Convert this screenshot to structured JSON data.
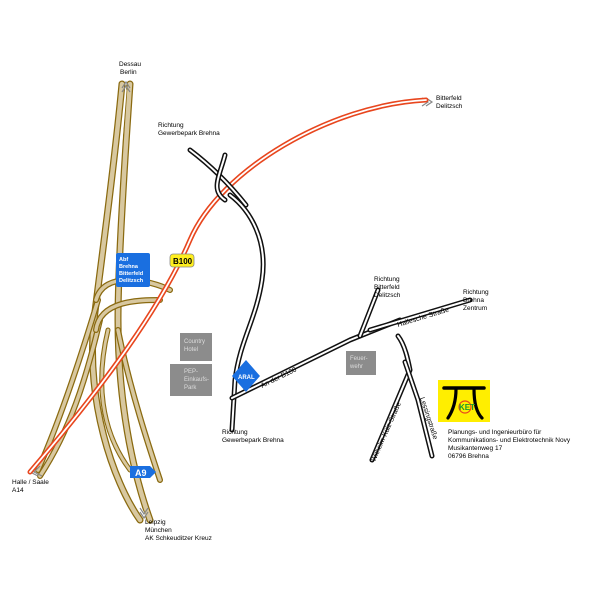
{
  "colors": {
    "highway_fill": "#d8c8a0",
    "highway_edge": "#8a6a10",
    "red_road": "#e8461e",
    "black_road": "#111111",
    "building": "#8c8c8c",
    "blue_sign": "#1a6fe0",
    "yellow_badge": "#ffef1e",
    "logo_bg": "#ffee00"
  },
  "labels": {
    "dessau": "Dessau",
    "berlin": "Berlin",
    "bitterfeld_top": "Bitterfeld",
    "delitzsch_top": "Delitzsch",
    "richtung_gw_top_1": "Richtung",
    "richtung_gw_top_2": "Gewerbepark Brehna",
    "richtung_bd_1": "Richtung",
    "richtung_bd_2": "Bitterfeld",
    "richtung_bd_3": "Delitzsch",
    "richtung_bz_1": "Richtung",
    "richtung_bz_2": "Brehna",
    "richtung_bz_3": "Zentrum",
    "richtung_gw_bot_1": "Richtung",
    "richtung_gw_bot_2": "Gewerbepark Brehna",
    "halle_1": "Halle / Saale",
    "halle_2": "A14",
    "leipzig_1": "Leipzig",
    "leipzig_2": "München",
    "leipzig_3": "AK Schkeuditzer Kreuz"
  },
  "signs": {
    "exit_1": "Abf",
    "exit_2": "Brehna",
    "exit_3": "Bitterfeld",
    "exit_4": "Delitzsch",
    "b100": "B100",
    "a9": "A9",
    "aral": "ARAL"
  },
  "roads": {
    "an_der_b100": "An der B100",
    "hallesche_strasse": "Hallesche Straße",
    "wilhelm_kuelz_strasse": "Wilhelm-Külz-Straße",
    "lessingstrasse": "Lessingstraße"
  },
  "buildings": {
    "country_hotel_1": "Country",
    "country_hotel_2": "Hotel",
    "pep_1": "PEP-",
    "pep_2": "Einkaufs-",
    "pep_3": "Park",
    "feuerwehr_1": "Feuer-",
    "feuerwehr_2": "wehr"
  },
  "company": {
    "line1": "Planungs- und Ingenieurbüro für",
    "line2": "Kommunikations- und Elektrotechnik Novy",
    "line3": "Musikantenweg 17",
    "line4": "06796 Brehna",
    "logo_text": "KET"
  }
}
